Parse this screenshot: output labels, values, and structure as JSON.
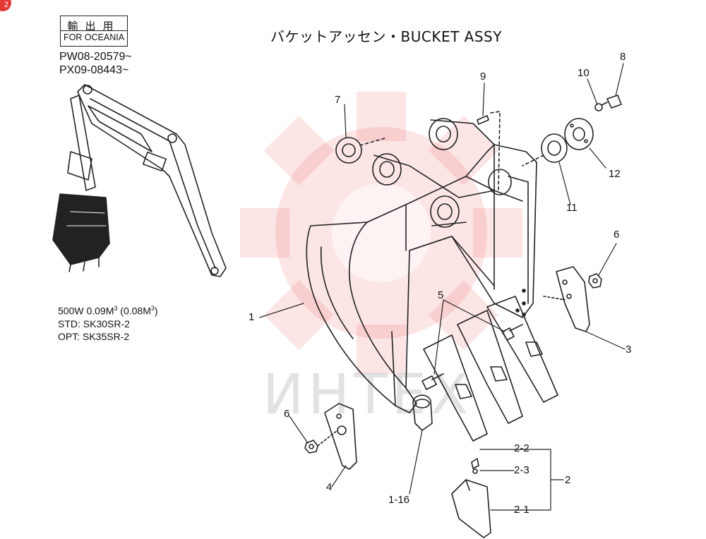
{
  "corner_badge": "2",
  "header": {
    "export_jp": "輸出用",
    "export_en": "FOR OCEANIA",
    "serial_1": "PW08-20579~",
    "serial_2": "PX09-08443~",
    "title": "バケットアッセン・BUCKET ASSY"
  },
  "spec": {
    "capacity_main": "500W  0.09M",
    "capacity_alt_open": " (0.08M",
    "capacity_alt_close": ")",
    "cube": "3",
    "std": "STD: SK30SR-2",
    "opt": "OPT: SK35SR-2"
  },
  "callouts": {
    "c1": "1",
    "c2": "2",
    "c2_1": "2-1",
    "c2_2": "2-2",
    "c2_3": "2-3",
    "c3": "3",
    "c4": "4",
    "c5": "5",
    "c6_right": "6",
    "c6_left": "6",
    "c7": "7",
    "c8": "8",
    "c9": "9",
    "c10": "10",
    "c11": "11",
    "c12": "12",
    "c1_16": "1-16"
  },
  "watermark_text": "ИНТЕХ",
  "colors": {
    "line": "#222222",
    "watermark": "#e53935"
  }
}
